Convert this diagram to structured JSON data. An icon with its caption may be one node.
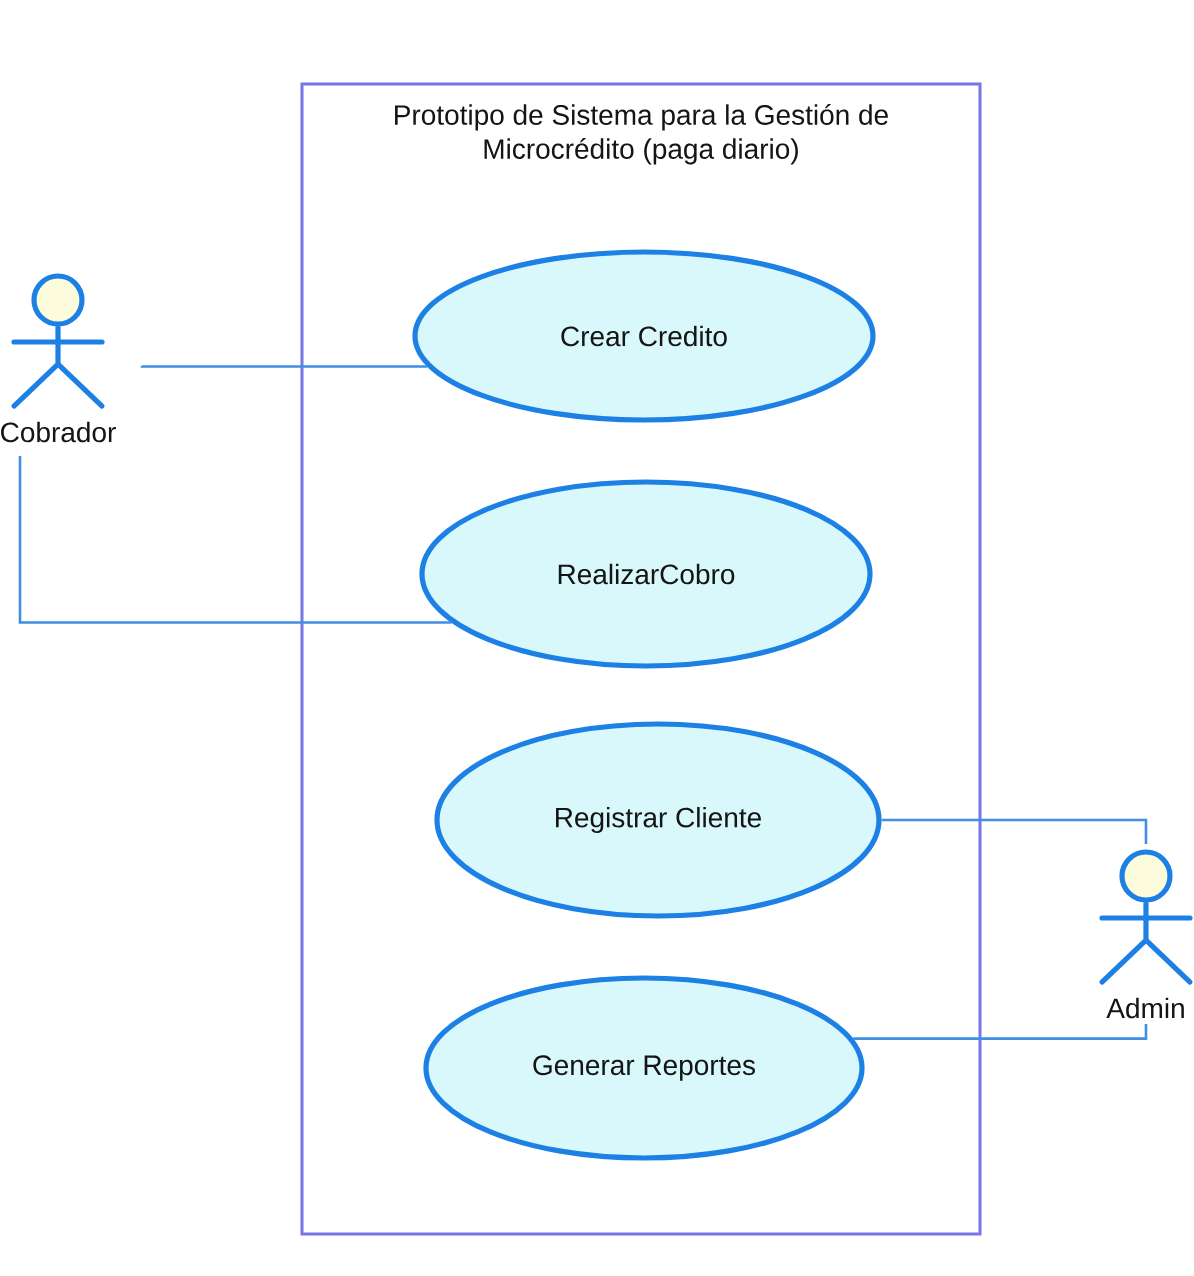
{
  "diagram": {
    "nodes": [
      {
        "text": [
          "Prototipo de Sistema para la Gestión de Microcrédito (paga diario)"
        ]
      },
      {
        "text": [
          "Cobrador"
        ]
      },
      {
        "text": [
          "Crear Credito"
        ],
        "in": 0
      },
      {
        "text": [
          "RealizarCobro"
        ],
        "in": 0
      },
      {
        "text": [
          "Registrar Cliente"
        ],
        "in": 0
      },
      {
        "text": [
          "Generar Reportes"
        ],
        "in": 0
      },
      {
        "text": [
          "Admin"
        ]
      }
    ],
    "edges": [
      {
        "from": 1,
        "to": 2,
        "arrow": "none"
      },
      {
        "from": 1,
        "to": 3,
        "arrow": "none"
      },
      {
        "from": 6,
        "to": 4,
        "arrow": "none"
      },
      {
        "from": 6,
        "to": 5,
        "arrow": "none"
      }
    ]
  }
}
